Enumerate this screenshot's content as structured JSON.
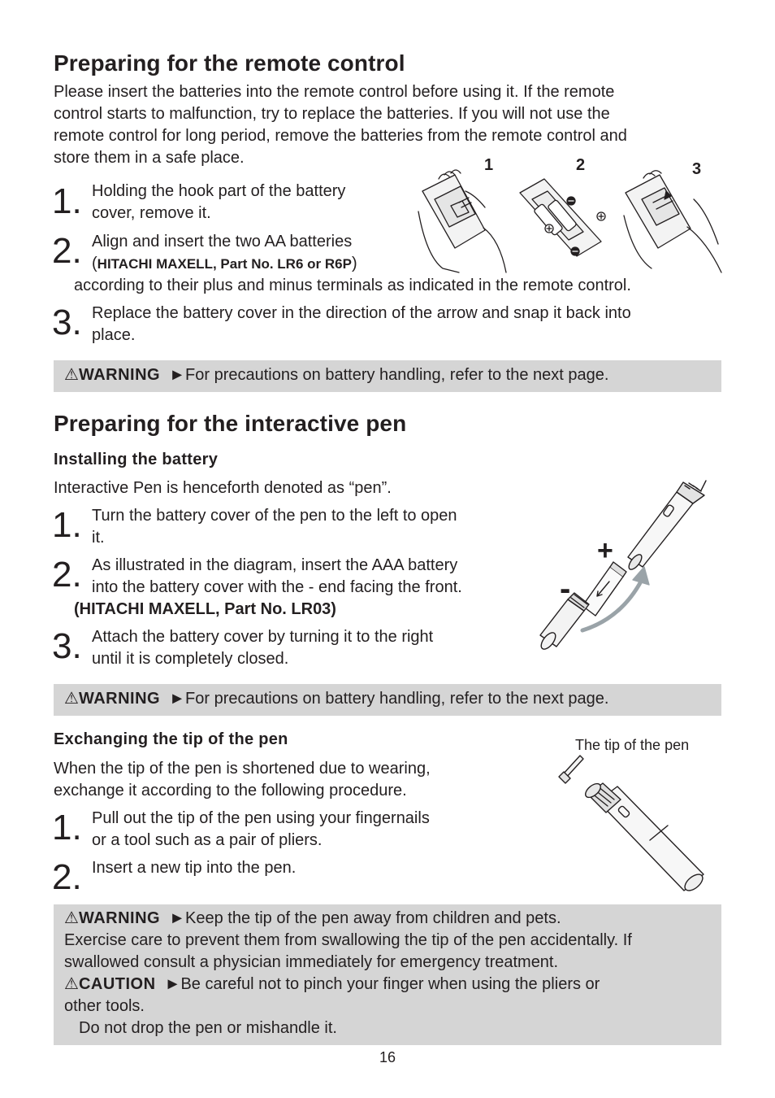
{
  "remote": {
    "title": "Preparing for the remote control",
    "intro_lines": [
      "Please insert the batteries into the remote control before using it. If the remote",
      "control starts to malfunction, try to replace the batteries. If you will not use the",
      "remote control for long period, remove the batteries from the remote control and",
      "store them in a safe place."
    ],
    "figure_labels": [
      "1",
      "2",
      "3"
    ],
    "steps": [
      {
        "num": "1.",
        "lines": [
          "Holding the hook part of the battery",
          "cover, remove it."
        ]
      },
      {
        "num": "2.",
        "line1": "Align and insert the two AA batteries",
        "paren_open": "(",
        "part": "HITACHI MAXELL, Part No. LR6 or R6P",
        "paren_close": ")",
        "continuation": "according to their plus and minus terminals as indicated in the remote control."
      },
      {
        "num": "3.",
        "lines": [
          "Replace the battery cover in the direction of the arrow and snap it back into",
          "place."
        ]
      }
    ],
    "warning": {
      "symbol": "⚠",
      "label": "WARNING",
      "arrow": "►",
      "text": "For precautions on battery handling, refer to the next page."
    }
  },
  "pen": {
    "title": "Preparing for the interactive pen",
    "installing": {
      "heading": "Installing the battery",
      "intro": "Interactive Pen is henceforth denoted as “pen”.",
      "steps": [
        {
          "num": "1.",
          "lines": [
            "Turn the battery cover of the pen to the left to open",
            "it."
          ]
        },
        {
          "num": "2.",
          "lines": [
            "As illustrated in the diagram, insert the AAA battery",
            "into the battery cover with the - end facing the front."
          ],
          "part": "(HITACHI MAXELL, Part No. LR03)"
        },
        {
          "num": "3.",
          "lines": [
            "Attach the battery cover by turning it to the right",
            "until it is completely closed."
          ]
        }
      ],
      "figure_plus": "+",
      "figure_minus": "-",
      "warning": {
        "symbol": "⚠",
        "label": "WARNING",
        "arrow": "►",
        "text": "For precautions on battery handling, refer to the next page."
      }
    },
    "tip": {
      "heading": "Exchanging the tip of the pen",
      "intro_lines": [
        "When the tip of the pen is shortened due to wearing,",
        "exchange it according to the following procedure."
      ],
      "figure_caption": "The tip of the pen",
      "steps": [
        {
          "num": "1.",
          "lines": [
            "Pull out the tip of the pen using your fingernails",
            "or a tool such as a pair of pliers."
          ]
        },
        {
          "num": "2.",
          "lines": [
            "Insert a new tip into the pen."
          ]
        }
      ]
    },
    "notice": {
      "warning_symbol": "⚠",
      "warning_label": "WARNING",
      "arrow": "►",
      "warning_text": "Keep the tip of the pen away from children and pets.",
      "warning_lines": [
        "Exercise care to prevent them from swallowing the tip of the pen accidentally. If",
        "swallowed consult a physician immediately for emergency treatment."
      ],
      "caution_symbol": "⚠",
      "caution_label": "CAUTION",
      "caution_text": "Be careful not to pinch your finger when using the pliers or",
      "caution_line2": "other tools.",
      "caution_line3": "Do not drop the pen or mishandle it."
    }
  },
  "page_number": "16"
}
